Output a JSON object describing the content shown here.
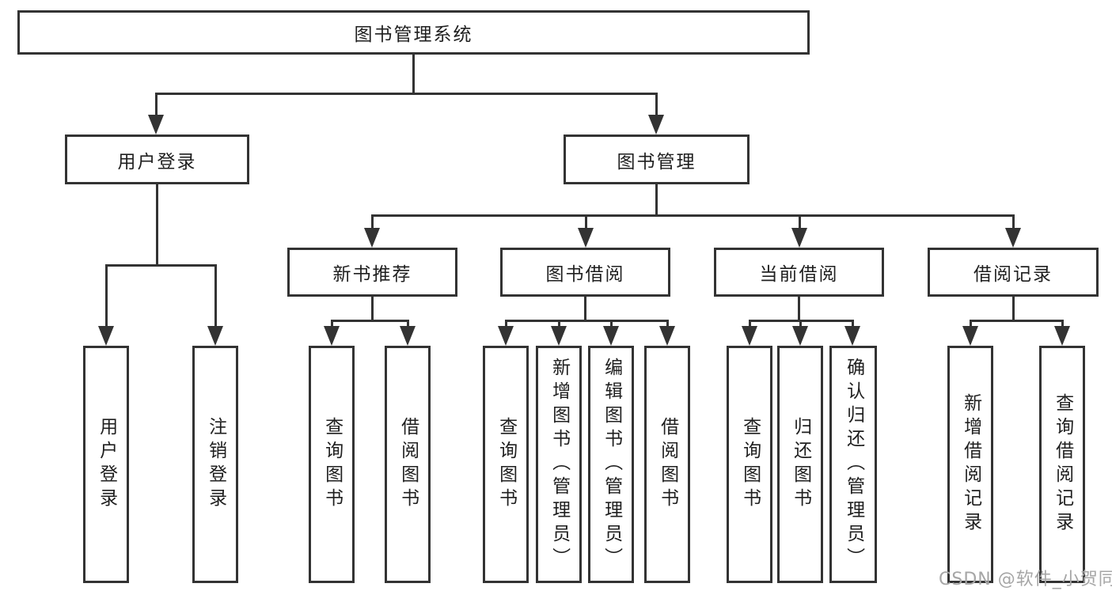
{
  "tree": {
    "root": "图书管理系统",
    "branches": [
      {
        "label": "用户登录",
        "children": [
          "用户登录",
          "注销登录"
        ]
      },
      {
        "label": "图书管理",
        "groups": [
          {
            "label": "新书推荐",
            "children": [
              "查询图书",
              "借阅图书"
            ]
          },
          {
            "label": "图书借阅",
            "children": [
              "查询图书",
              "新增图书（管理员）",
              "编辑图书（管理员）",
              "借阅图书"
            ]
          },
          {
            "label": "当前借阅",
            "children": [
              "查询图书",
              "归还图书",
              "确认归还（管理员）"
            ]
          },
          {
            "label": "借阅记录",
            "children": [
              "新增借阅记录",
              "查询借阅记录"
            ]
          }
        ]
      }
    ]
  },
  "watermark": {
    "text": "CSDN @软件_小贺同学"
  },
  "colors": {
    "line": "#333333",
    "text": "#1f1f1f",
    "background": "#ffffff",
    "watermark": "#a6a6a6"
  }
}
